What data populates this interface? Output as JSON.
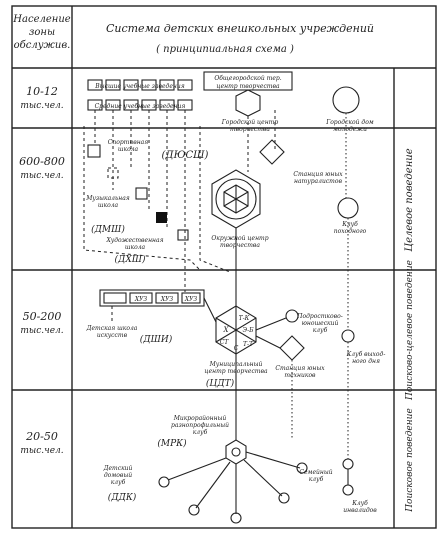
{
  "header": {
    "col1": [
      "Население",
      "зоны",
      "обслужив."
    ],
    "title": "Система детских внешкольных учреждений",
    "subtitle": "( принципиальная схема )"
  },
  "rows": [
    {
      "population": [
        "10-12",
        "тыс.чел."
      ]
    },
    {
      "population": [
        "600-800",
        "тыс.чел."
      ]
    },
    {
      "population": [
        "50-200",
        "тыс.чел."
      ]
    },
    {
      "population": [
        "20-50",
        "тыс.чел."
      ]
    }
  ],
  "behaviors": [
    "Целевое поведение",
    "Поисково-целевое поведение",
    "Поисковое поведение"
  ],
  "labels": {
    "higher_schools": "Высшие учебные заведения",
    "secondary_schools": "Средние учебные заведения",
    "city_center": [
      "Общегородской тер.",
      "центр творчества"
    ],
    "city_creativity_center": [
      "Городской центр",
      "творчества"
    ],
    "city_club_house": [
      "Городской дом",
      "молодежи"
    ],
    "sport_school": [
      "Спортивная",
      "школа"
    ],
    "dyush": "(ДЮСШ)",
    "kids_music_school": [
      "Музыкальная",
      "школа"
    ],
    "dmsh": "(ДМШ)",
    "young_naturalists": [
      "Станция юных",
      "натуралистов"
    ],
    "art_school": [
      "Художественная",
      "школа"
    ],
    "dhsh": "(ДХШ)",
    "district_center": [
      "Окружной центр",
      "творчества"
    ],
    "hikers_club": [
      "Клуб",
      "походного"
    ],
    "arts_house": [
      "Детская школа",
      "искусств"
    ],
    "dshi": "(ДШИ)",
    "tech_club": [
      "Подростково-",
      "юношеский",
      "клуб"
    ],
    "municipal_center": [
      "Муниципальный",
      "центр творчества"
    ],
    "dat": "(ЦДТ)",
    "young_techs": [
      "Станция юных",
      "техников"
    ],
    "weekend_club": [
      "Клуб выход-",
      "ного дня"
    ],
    "neighborhood_club": [
      "Микрорайонный",
      "разнопрофильный",
      "клуб"
    ],
    "mrk": "(МРК)",
    "kids_house": [
      "Детский",
      "домовый",
      "клуб"
    ],
    "ddk": "(ДДК)",
    "family_club": [
      "Семейный",
      "клуб"
    ],
    "invalid_club": [
      "Клуб",
      "инвалидов"
    ],
    "hex_letters": [
      "Т-К",
      "Х",
      "Э-Б",
      "Т-Т",
      "С",
      "СТ"
    ],
    "bar_items": [
      "ХУЗ",
      "ХУЗ",
      "ХУЗ"
    ]
  }
}
